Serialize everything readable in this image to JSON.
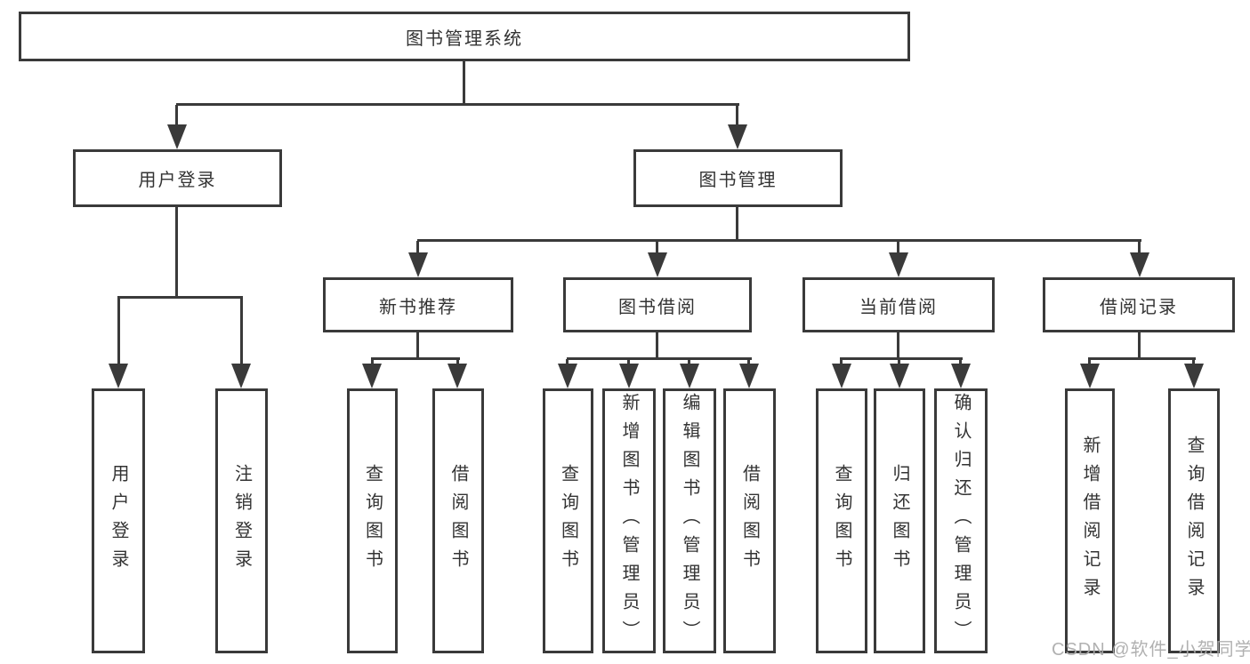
{
  "tree": {
    "root": "图书管理系统",
    "children": [
      {
        "label": "用户登录",
        "children": [
          {
            "label": "用户登录"
          },
          {
            "label": "注销登录"
          }
        ]
      },
      {
        "label": "图书管理",
        "children": [
          {
            "label": "新书推荐",
            "children": [
              {
                "label": "查询图书"
              },
              {
                "label": "借阅图书"
              }
            ]
          },
          {
            "label": "图书借阅",
            "children": [
              {
                "label": "查询图书"
              },
              {
                "label": "新增图书（管理员）"
              },
              {
                "label": "编辑图书（管理员）"
              },
              {
                "label": "借阅图书"
              }
            ]
          },
          {
            "label": "当前借阅",
            "children": [
              {
                "label": "查询图书"
              },
              {
                "label": "归还图书"
              },
              {
                "label": "确认归还（管理员）"
              }
            ]
          },
          {
            "label": "借阅记录",
            "children": [
              {
                "label": "新增借阅记录"
              },
              {
                "label": "查询借阅记录"
              }
            ]
          }
        ]
      }
    ]
  },
  "watermark": {
    "text": "CSDN @软件_小贺同学"
  },
  "colors": {
    "line": "#3a3a3a",
    "text": "#333333",
    "background": "#ffffff",
    "watermark": "#ababab"
  }
}
